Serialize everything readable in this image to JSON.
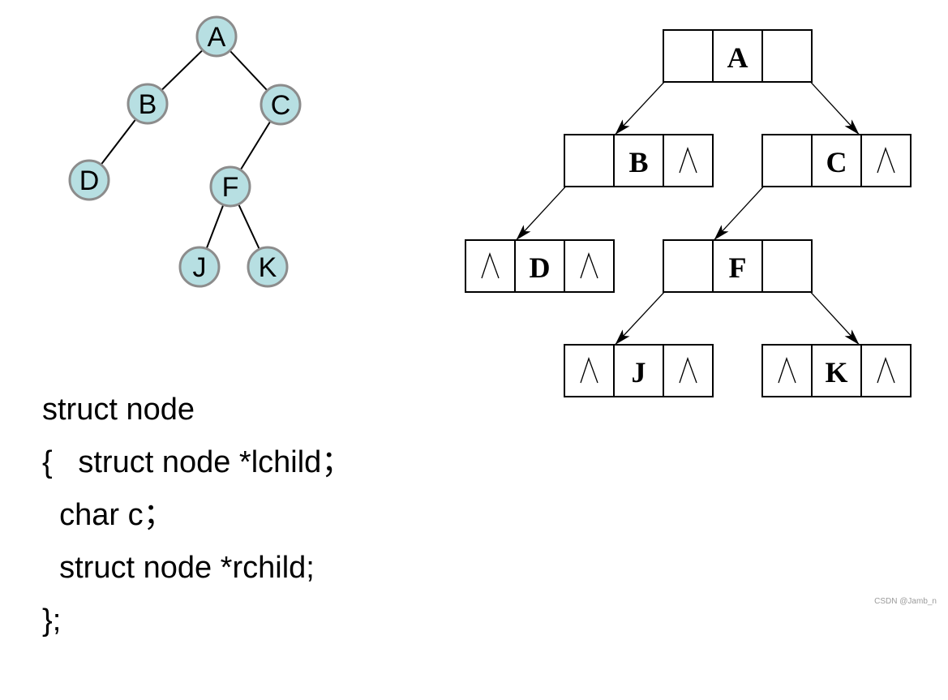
{
  "tree": {
    "nodes": [
      "A",
      "B",
      "C",
      "D",
      "F",
      "J",
      "K"
    ],
    "edges": [
      [
        "A",
        "B"
      ],
      [
        "A",
        "C"
      ],
      [
        "B",
        "D"
      ],
      [
        "C",
        "F"
      ],
      [
        "F",
        "J"
      ],
      [
        "F",
        "K"
      ]
    ]
  },
  "linked_nodes": [
    {
      "label": "A",
      "left_null": false,
      "right_null": false
    },
    {
      "label": "B",
      "left_null": false,
      "right_null": true
    },
    {
      "label": "C",
      "left_null": false,
      "right_null": true
    },
    {
      "label": "D",
      "left_null": true,
      "right_null": true
    },
    {
      "label": "F",
      "left_null": false,
      "right_null": false
    },
    {
      "label": "J",
      "left_null": true,
      "right_null": true
    },
    {
      "label": "K",
      "left_null": true,
      "right_null": true
    }
  ],
  "pointers": [
    [
      "A",
      "B"
    ],
    [
      "A",
      "C"
    ],
    [
      "B",
      "D"
    ],
    [
      "C",
      "F"
    ],
    [
      "F",
      "J"
    ],
    [
      "F",
      "K"
    ]
  ],
  "code": {
    "lines": [
      "struct node",
      "{   struct node *lchild；",
      "  char c；",
      "  struct node *rchild;",
      "};"
    ]
  },
  "watermark": "CSDN @Jamb_n",
  "colors": {
    "node_fill": "#b7dfe2",
    "node_stroke": "#8c8c8c"
  }
}
